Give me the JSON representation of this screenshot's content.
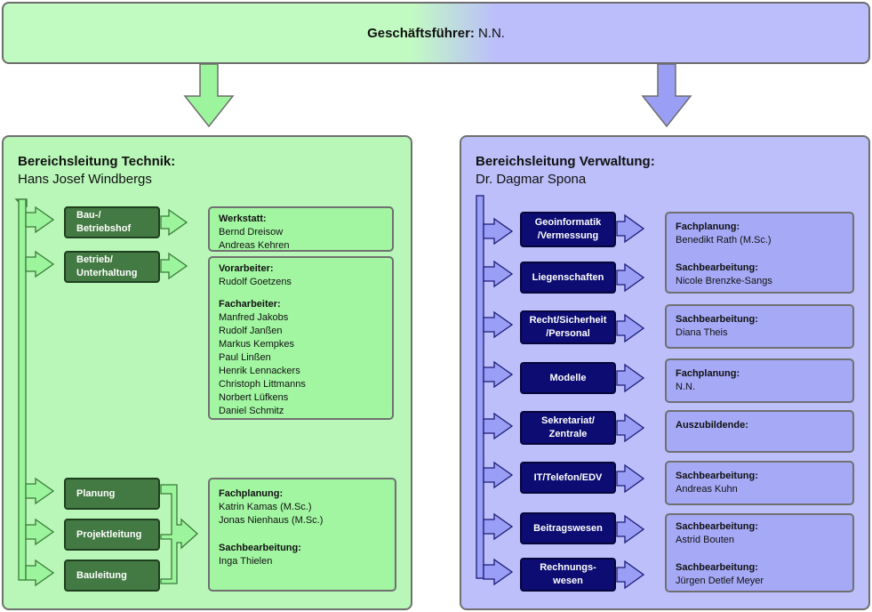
{
  "header": {
    "label": "Geschäftsführer:",
    "name": "N.N."
  },
  "technik": {
    "title": "Bereichsleitung Technik:",
    "lead": "Hans Josef Windbergs",
    "units": [
      {
        "id": "bau",
        "label": "Bau-/\nBetriebshof"
      },
      {
        "id": "betrieb",
        "label": "Betrieb/\nUnterhaltung"
      },
      {
        "id": "planung",
        "label": "Planung"
      },
      {
        "id": "projekt",
        "label": "Projektleitung"
      },
      {
        "id": "bauleitung",
        "label": "Bauleitung"
      }
    ],
    "staff": [
      {
        "sections": [
          {
            "heading": "Werkstatt:",
            "members": [
              "Bernd Dreisow",
              "Andreas Kehren"
            ]
          }
        ]
      },
      {
        "sections": [
          {
            "heading": "Vorarbeiter:",
            "members": [
              "Rudolf Goetzens"
            ]
          },
          {
            "heading": "Facharbeiter:",
            "members": [
              "Manfred Jakobs",
              "Rudolf Janßen",
              "Markus Kempkes",
              "Paul Linßen",
              "Henrik Lennackers",
              "Christoph Littmanns",
              "Norbert Lüfkens",
              "Daniel Schmitz"
            ]
          }
        ]
      },
      {
        "sections": [
          {
            "heading": "Fachplanung:",
            "members": [
              "Katrin Kamas (M.Sc.)",
              "Jonas Nienhaus (M.Sc.)"
            ]
          },
          {
            "heading": "Sachbearbeitung:",
            "members": [
              "Inga Thielen"
            ]
          }
        ]
      }
    ]
  },
  "verwaltung": {
    "title": "Bereichsleitung Verwaltung:",
    "lead": "Dr. Dagmar Spona",
    "units": [
      {
        "id": "geo",
        "label": "Geoinformatik\n/Vermessung"
      },
      {
        "id": "lieg",
        "label": "Liegenschaften"
      },
      {
        "id": "recht",
        "label": "Recht/Sicherheit\n/Personal"
      },
      {
        "id": "modelle",
        "label": "Modelle"
      },
      {
        "id": "sekr",
        "label": "Sekretariat/\nZentrale"
      },
      {
        "id": "it",
        "label": "IT/Telefon/EDV"
      },
      {
        "id": "beitrag",
        "label": "Beitragswesen"
      },
      {
        "id": "rechnung",
        "label": "Rechnungs-\nwesen"
      }
    ],
    "staff": [
      {
        "sections": [
          {
            "heading": "Fachplanung:",
            "members": [
              "Benedikt Rath (M.Sc.)"
            ]
          },
          {
            "heading": "Sachbearbeitung:",
            "members": [
              "Nicole Brenzke-Sangs"
            ]
          }
        ]
      },
      {
        "sections": [
          {
            "heading": "Sachbearbeitung:",
            "members": [
              "Diana Theis"
            ]
          }
        ]
      },
      {
        "sections": [
          {
            "heading": "Fachplanung:",
            "members": [
              "N.N."
            ]
          }
        ]
      },
      {
        "sections": [
          {
            "heading": "Auszubildende:",
            "members": []
          }
        ]
      },
      {
        "sections": [
          {
            "heading": "Sachbearbeitung:",
            "members": [
              "Andreas Kuhn"
            ]
          }
        ]
      },
      {
        "sections": [
          {
            "heading": "Sachbearbeitung:",
            "members": [
              "Astrid Bouten"
            ]
          },
          {
            "heading": "Sachbearbeitung:",
            "members": [
              "Jürgen Detlef Meyer"
            ]
          }
        ]
      }
    ]
  },
  "colors": {
    "technik_panel": "#b9f7b9",
    "technik_info": "#a2f6a2",
    "technik_unit": "#437a43",
    "technik_arrow": "#9cf59c",
    "verwaltung_panel": "#bcbff9",
    "verwaltung_info": "#a6a9f6",
    "verwaltung_unit": "#0c0c72",
    "verwaltung_arrow": "#9a9ef5"
  }
}
